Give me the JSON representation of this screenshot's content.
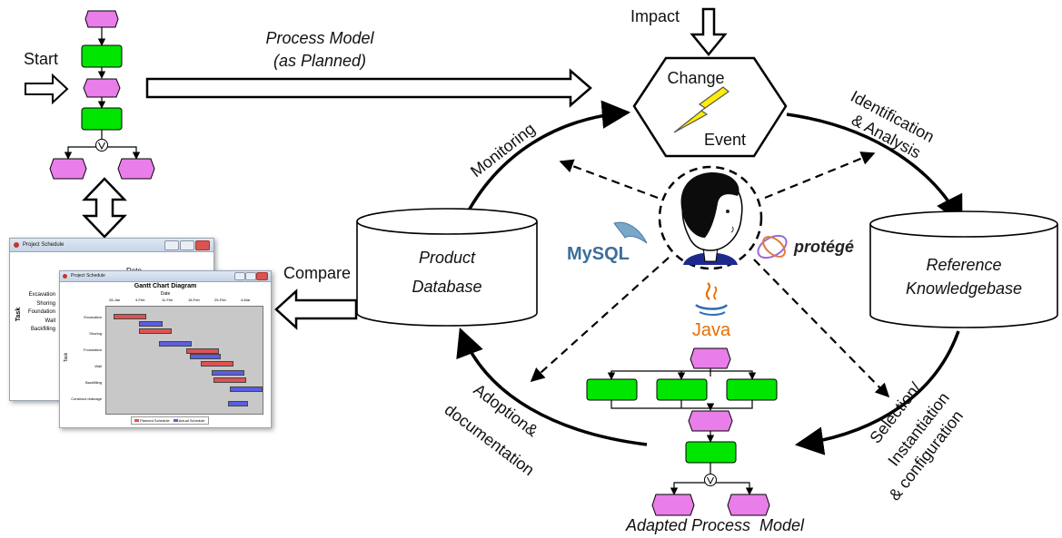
{
  "labels": {
    "start": "Start",
    "process_model_line1": "Process Model",
    "process_model_line2": "(as Planned)",
    "impact": "Impact",
    "change": "Change",
    "event": "Event",
    "identification_line1": "Identification",
    "identification_line2": "& Analysis",
    "monitoring": "Monitoring",
    "compare": "Compare",
    "product_db_line1": "Product",
    "product_db_line2": "Database",
    "reference_kb_line1": "Reference",
    "reference_kb_line2": "Knowledgebase",
    "adoption_line1": "Adoption&",
    "adoption_line2": "documentation",
    "selection_line1": "Selection/",
    "selection_line2": "Instantiation",
    "selection_line3": "& configuration",
    "adapted_model": "Adapted Process  Model"
  },
  "logos": {
    "mysql": "MySQL",
    "protege": "protégé",
    "java": "Java"
  },
  "windows": {
    "back_title": "Project Schedule",
    "back_axis_label": "Date",
    "back_tasks": [
      "Excavation",
      "Shoring",
      "Foundation",
      "Wall",
      "Backfilling"
    ],
    "back_task_axis": "Task",
    "front_title": "Project Schedule",
    "chart_title": "Gantt Chart Diagram",
    "chart_date_label": "Date",
    "chart_task_label": "Task",
    "chart_dates": [
      "28-Jan",
      "4-Feb",
      "11-Feb",
      "18-Feb",
      "25-Feb",
      "4-Mar"
    ],
    "chart_tasks": [
      "Excavation",
      "Shoring",
      "Foundation",
      "Wall",
      "Backfilling",
      "Construct drainage"
    ],
    "legend_planned": "Planned Schedule",
    "legend_actual": "Actual Schedule"
  },
  "colors": {
    "green": "#00e600",
    "magenta": "#e97de9",
    "planned_bar": "#e05252",
    "actual_bar": "#5a5ee0",
    "lightning": "#ffee00"
  }
}
